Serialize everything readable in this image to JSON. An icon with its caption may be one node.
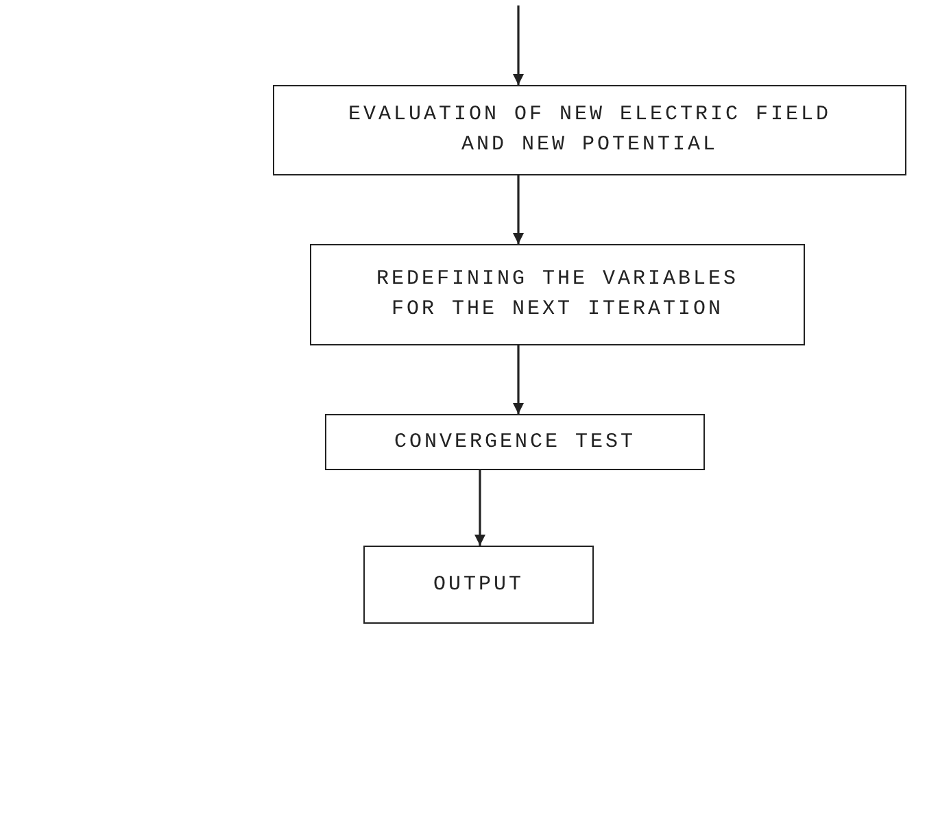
{
  "diagram": {
    "nodes": [
      {
        "text": [
          "EVALUATION OF NEW ELECTRIC FIELD AND NEW POTENTIAL"
        ]
      },
      {
        "text": [
          "REDEFINING THE VARIABLES FOR THE NEXT ITERATION"
        ]
      },
      {
        "text": [
          "CONVERGENCE TEST"
        ]
      },
      {
        "text": [
          "OUTPUT"
        ]
      }
    ],
    "edges": [
      {
        "from": null,
        "to": 0,
        "arrow": "to"
      },
      {
        "from": 0,
        "to": 1,
        "arrow": "to"
      },
      {
        "from": 1,
        "to": 2,
        "arrow": "to"
      },
      {
        "from": 2,
        "to": 3,
        "arrow": "to"
      }
    ]
  }
}
